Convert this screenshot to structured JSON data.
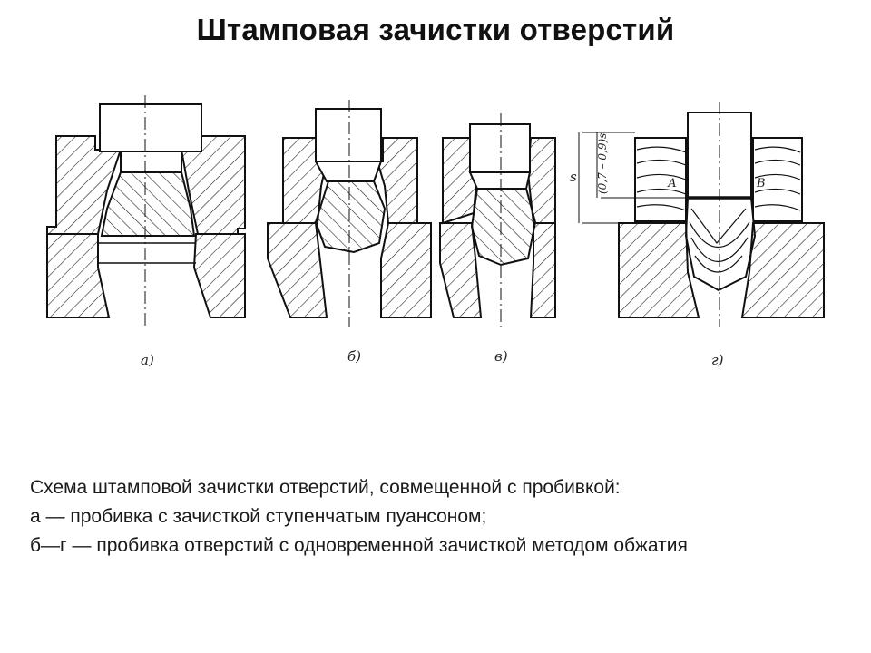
{
  "title": "Штамповая зачистки отверстий",
  "diagram": {
    "panel_labels": [
      "а)",
      "б)",
      "в)",
      "г)"
    ],
    "dimension_labels": {
      "thickness": "s",
      "depth": "(0,7 – 0,9)s"
    },
    "point_labels": [
      "А",
      "В"
    ]
  },
  "caption": {
    "lines": [
      "Схема штамповой зачистки отверстий, совмещенной с пробивкой:",
      "а — пробивка с зачисткой ступенчатым пуансоном;",
      "б—г — пробивка отверстий с одновременной зачисткой методом обжатия"
    ]
  }
}
